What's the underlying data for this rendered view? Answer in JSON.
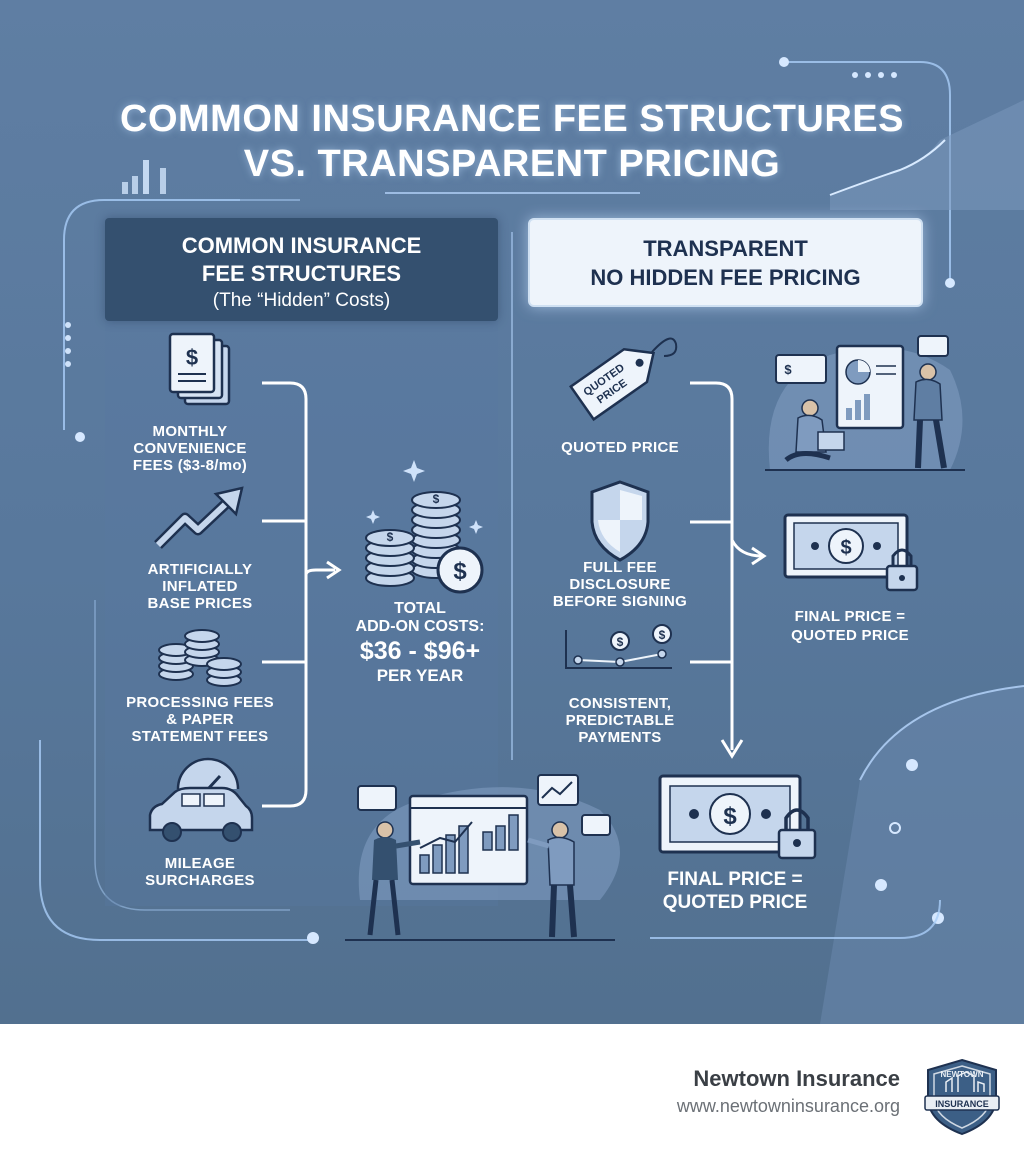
{
  "title": {
    "line1": "COMMON INSURANCE FEE STRUCTURES",
    "line2": "VS. TRANSPARENT PRICING"
  },
  "left_panel": {
    "heading_line1": "COMMON INSURANCE",
    "heading_line2": "FEE STRUCTURES",
    "subheading": "(The “Hidden” Costs)",
    "items": [
      {
        "icon": "bill-stack-icon",
        "line1": "MONTHLY",
        "line2": "CONVENIENCE",
        "line3": "FEES ($3-8/mo)"
      },
      {
        "icon": "rising-arrow-icon",
        "line1": "ARTIFICIALLY",
        "line2": "INFLATED",
        "line3": "BASE PRICES"
      },
      {
        "icon": "coin-stacks-icon",
        "line1": "PROCESSING FEES",
        "line2": "& PAPER",
        "line3": "STATEMENT FEES"
      },
      {
        "icon": "car-gauge-icon",
        "line1": "MILEAGE",
        "line2": "SURCHARGES"
      }
    ],
    "total": {
      "line1": "TOTAL",
      "line2": "ADD-ON COSTS:",
      "amount": "$36 - $96+",
      "line4": "PER YEAR"
    }
  },
  "right_panel": {
    "heading_line1": "TRANSPARENT",
    "heading_line2": "NO HIDDEN FEE PRICING",
    "tag_text_1": "QUOTED",
    "tag_text_2": "PRICE",
    "items": [
      {
        "icon": "price-tag-icon",
        "line1": "QUOTED PRICE"
      },
      {
        "icon": "shield-icon",
        "line1": "FULL FEE",
        "line2": "DISCLOSURE",
        "line3": "BEFORE SIGNING"
      },
      {
        "icon": "payment-line-icon",
        "line1": "CONSISTENT,",
        "line2": "PREDICTABLE",
        "line3": "PAYMENTS"
      }
    ],
    "result_small": {
      "line1": "FINAL PRICE =",
      "line2": "QUOTED PRICE"
    },
    "result_large": {
      "line1": "FINAL PRICE =",
      "line2": "QUOTED PRICE"
    }
  },
  "footer": {
    "brand_name": "Newtown Insurance",
    "url": "www.newtowninsurance.org",
    "logo_text": "INSURANCE",
    "logo_top_text": "NEWTOWN"
  },
  "colors": {
    "background": "#5a7aa0",
    "panel_dark": "#34506f",
    "panel_light": "#eef4fb",
    "icon_fill": "#c5d6ec",
    "icon_stroke": "#1e3150",
    "accent_glow": "#b9d8ff"
  }
}
